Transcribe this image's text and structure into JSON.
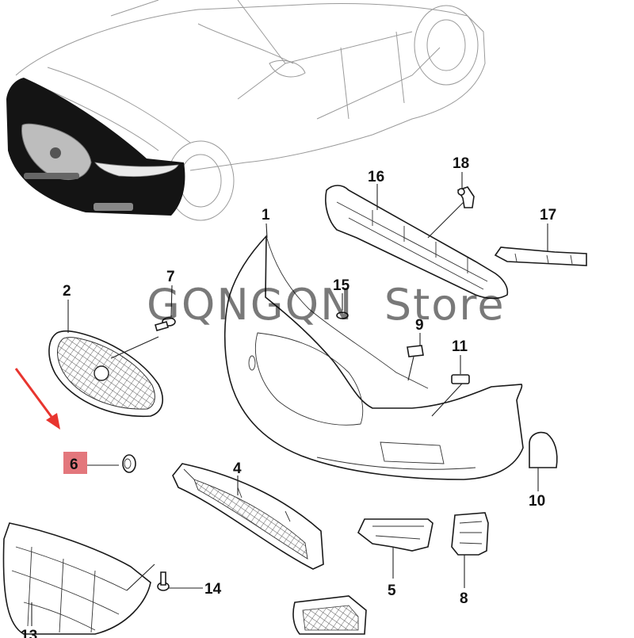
{
  "watermark": "GQNGQN  Store",
  "highlight_color": "#e3777c",
  "arrow_color": "#e8352f",
  "callouts": [
    {
      "id": "c1",
      "label": "1"
    },
    {
      "id": "c2",
      "label": "2"
    },
    {
      "id": "c4",
      "label": "4"
    },
    {
      "id": "c5",
      "label": "5"
    },
    {
      "id": "c6",
      "label": "6",
      "highlighted": true
    },
    {
      "id": "c7",
      "label": "7"
    },
    {
      "id": "c8",
      "label": "8"
    },
    {
      "id": "c9",
      "label": "9"
    },
    {
      "id": "c10",
      "label": "10"
    },
    {
      "id": "c11",
      "label": "11"
    },
    {
      "id": "c13",
      "label": "13"
    },
    {
      "id": "c14",
      "label": "14"
    },
    {
      "id": "c15",
      "label": "15"
    },
    {
      "id": "c16",
      "label": "16"
    },
    {
      "id": "c17",
      "label": "17"
    },
    {
      "id": "c18",
      "label": "18"
    }
  ]
}
